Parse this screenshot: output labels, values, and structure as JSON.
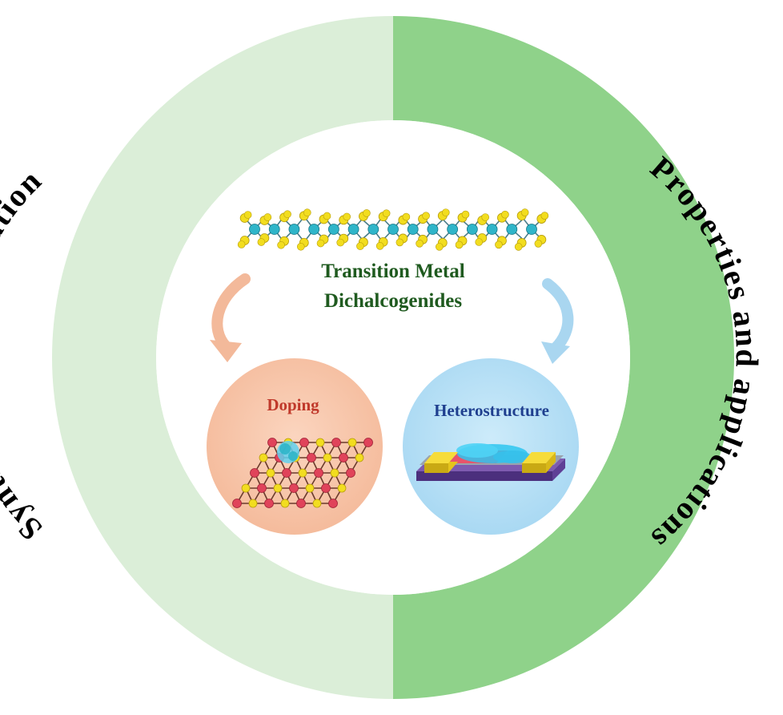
{
  "ring": {
    "left_label": "Synthesis and fabrication",
    "right_label": "Properties and applications"
  },
  "center": {
    "title_line1": "Transition Metal",
    "title_line2": "Dichalcogenides"
  },
  "bubbles": {
    "left_label": "Doping",
    "right_label": "Heterostructure"
  },
  "colors": {
    "ring_left": "#dbeed8",
    "ring_right": "#8fd28a",
    "title": "#1f5a1f",
    "doping_bubble": "#f7c6aa",
    "doping_label": "#c0392b",
    "hetero_bubble": "#b5dff5",
    "hetero_label": "#1f3f8f",
    "arrow_left": "#f3b99a",
    "arrow_right": "#a9d6f0",
    "metal_atom": "#2fb5c9",
    "chalcogen_atom": "#f2dd1f",
    "dopant_atom": "#e0435a"
  }
}
